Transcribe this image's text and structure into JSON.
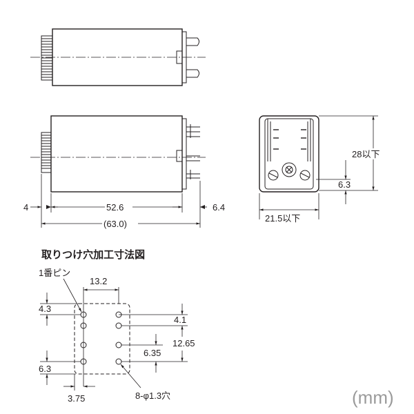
{
  "dimensions": {
    "left_gap": "4",
    "body_length": "52.6",
    "terminal_length": "6.4",
    "total_length": "(63.0)",
    "height_max": "28以下",
    "terminal_height": "6.3",
    "width_max": "21.5以下"
  },
  "panel_cutout": {
    "title": "取りつけ穴加工寸法図",
    "pin1_label": "1番ピン",
    "col_spacing": "13.2",
    "left_top": "4.3",
    "left_bottom": "6.3",
    "bottom_left": "3.75",
    "right_4_1": "4.1",
    "right_12_65": "12.65",
    "right_6_35": "6.35",
    "hole_spec": "8-φ1.3穴"
  },
  "unit_label": "(mm)"
}
